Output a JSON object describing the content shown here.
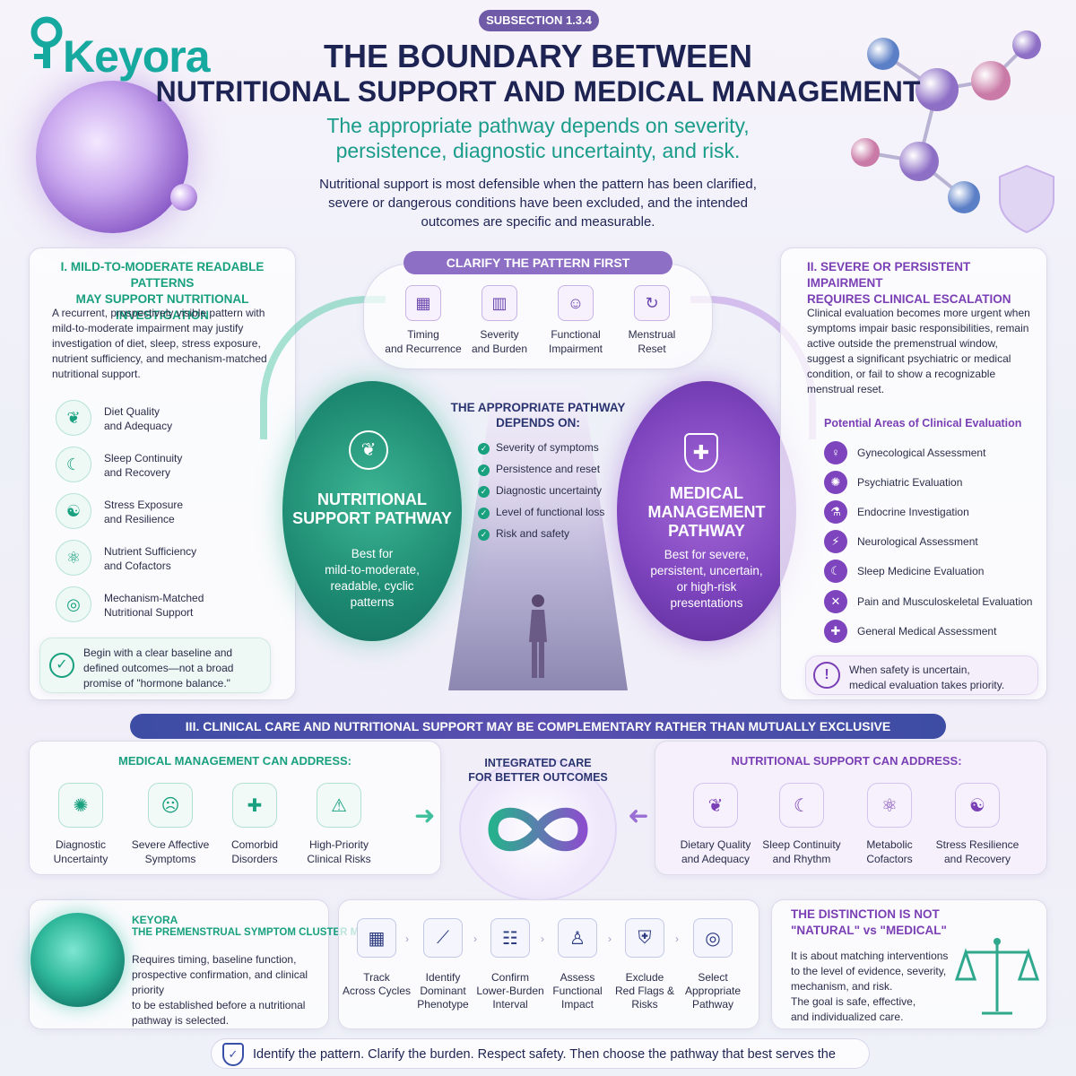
{
  "brand": {
    "logo_text": "Keyora"
  },
  "header": {
    "badge": "SUBSECTION 1.3.4",
    "title_line1": "THE BOUNDARY BETWEEN",
    "title_line2": "NUTRITIONAL SUPPORT AND MEDICAL MANAGEMENT",
    "subtitle_line1": "The appropriate pathway depends on severity,",
    "subtitle_line2": "persistence, diagnostic uncertainty, and risk.",
    "intro_line1": "Nutritional support is most defensible when the pattern has been clarified,",
    "intro_line2": "severe or dangerous conditions have been excluded, and the intended",
    "intro_line3": "outcomes are specific and measurable."
  },
  "left_panel": {
    "heading_line1": "I. MILD-TO-MODERATE READABLE PATTERNS",
    "heading_line2": "MAY SUPPORT NUTRITIONAL INVESTIGATION",
    "body": [
      "A recurrent, prospectively visible pattern with",
      "mild-to-moderate impairment may justify",
      "investigation of diet, sleep, stress exposure,",
      "nutrient sufficiency, and mechanism-matched",
      "nutritional support."
    ],
    "items": [
      {
        "l1": "Diet Quality",
        "l2": "and Adequacy"
      },
      {
        "l1": "Sleep Continuity",
        "l2": "and Recovery"
      },
      {
        "l1": "Stress Exposure",
        "l2": "and Resilience"
      },
      {
        "l1": "Nutrient Sufficiency",
        "l2": "and Cofactors"
      },
      {
        "l1": "Mechanism-Matched",
        "l2": "Nutritional Support"
      }
    ],
    "note_line1": "Begin with a clear baseline and",
    "note_line2": "defined outcomes—not a broad",
    "note_line3": "promise of \"hormone balance.\""
  },
  "clarify": {
    "heading": "CLARIFY THE PATTERN FIRST",
    "items": [
      {
        "l1": "Timing",
        "l2": "and Recurrence"
      },
      {
        "l1": "Severity",
        "l2": "and Burden"
      },
      {
        "l1": "Functional",
        "l2": "Impairment"
      },
      {
        "l1": "Menstrual",
        "l2": "Reset"
      }
    ]
  },
  "center": {
    "heading_line1": "THE APPROPRIATE PATHWAY",
    "heading_line2": "DEPENDS ON:",
    "checks": [
      "Severity of symptoms",
      "Persistence and reset",
      "Diagnostic uncertainty",
      "Level of functional loss",
      "Risk and safety"
    ]
  },
  "nutritional_pathway": {
    "title_line1": "NUTRITIONAL",
    "title_line2": "SUPPORT PATHWAY",
    "text": [
      "Best for",
      "mild-to-moderate,",
      "readable, cyclic",
      "patterns"
    ]
  },
  "medical_pathway": {
    "title_line1": "MEDICAL",
    "title_line2": "MANAGEMENT",
    "title_line3": "PATHWAY",
    "text": [
      "Best for severe,",
      "persistent, uncertain,",
      "or high-risk",
      "presentations"
    ]
  },
  "right_panel": {
    "heading_line1": "II. SEVERE OR PERSISTENT IMPAIRMENT",
    "heading_line2": "REQUIRES CLINICAL ESCALATION",
    "body": [
      "Clinical evaluation becomes more urgent when",
      "symptoms impair basic responsibilities, remain",
      "active outside the premenstrual window,",
      "suggest a significant psychiatric or medical",
      "condition, or fail to show a recognizable",
      "menstrual reset."
    ],
    "subheading": "Potential Areas of Clinical Evaluation",
    "items": [
      "Gynecological Assessment",
      "Psychiatric Evaluation",
      "Endocrine Investigation",
      "Neurological Assessment",
      "Sleep Medicine Evaluation",
      "Pain and Musculoskeletal Evaluation",
      "General Medical Assessment"
    ],
    "note_line1": "When safety is uncertain,",
    "note_line2": "medical evaluation takes priority."
  },
  "section3": {
    "bar": "III. CLINICAL CARE AND NUTRITIONAL SUPPORT MAY BE COMPLEMENTARY RATHER THAN MUTUALLY EXCLUSIVE",
    "medical_heading": "MEDICAL MANAGEMENT CAN ADDRESS:",
    "medical_items": [
      {
        "l1": "Diagnostic",
        "l2": "Uncertainty"
      },
      {
        "l1": "Severe Affective",
        "l2": "Symptoms"
      },
      {
        "l1": "Comorbid",
        "l2": "Disorders"
      },
      {
        "l1": "High-Priority",
        "l2": "Clinical Risks"
      }
    ],
    "integrated_line1": "INTEGRATED CARE",
    "integrated_line2": "FOR BETTER OUTCOMES",
    "nutrition_heading": "NUTRITIONAL SUPPORT CAN ADDRESS:",
    "nutrition_items": [
      {
        "l1": "Dietary Quality",
        "l2": "and Adequacy"
      },
      {
        "l1": "Sleep Continuity",
        "l2": "and Rhythm"
      },
      {
        "l1": "Metabolic",
        "l2": "Cofactors"
      },
      {
        "l1": "Stress Resilience",
        "l2": "and Recovery"
      }
    ]
  },
  "cluster_map": {
    "brand": "KEYORA",
    "title": "THE PREMENSTRUAL SYMPTOM CLUSTER MAP",
    "body": [
      "Requires timing, baseline function,",
      "prospective confirmation, and clinical priority",
      "to be established before a nutritional",
      "pathway is selected."
    ]
  },
  "steps": [
    {
      "l1": "Track",
      "l2": "Across Cycles",
      "l3": ""
    },
    {
      "l1": "Identify",
      "l2": "Dominant",
      "l3": "Phenotype"
    },
    {
      "l1": "Confirm",
      "l2": "Lower-Burden",
      "l3": "Interval"
    },
    {
      "l1": "Assess",
      "l2": "Functional",
      "l3": "Impact"
    },
    {
      "l1": "Exclude",
      "l2": "Red Flags &",
      "l3": "Risks"
    },
    {
      "l1": "Select",
      "l2": "Appropriate",
      "l3": "Pathway"
    }
  ],
  "distinction": {
    "heading_line1": "THE DISTINCTION IS NOT",
    "heading_line2": "\"NATURAL\" vs \"MEDICAL\"",
    "body": [
      "It is about matching interventions",
      "to the level of evidence, severity,",
      "mechanism, and risk.",
      "The goal is safe, effective,",
      "and individualized care."
    ]
  },
  "footer": "Identify the pattern. Clarify the burden. Respect safety. Then choose the pathway that best serves the person.",
  "colors": {
    "teal": "#18a07f",
    "purple": "#7a3fb5",
    "navy": "#1d2352"
  }
}
